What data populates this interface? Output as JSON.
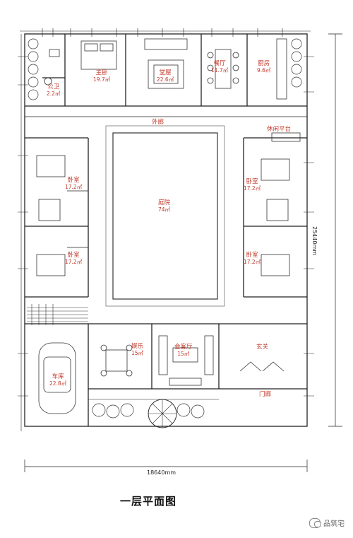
{
  "rooms": {
    "master_bedroom": {
      "name": "主卧",
      "area": "19.7㎡"
    },
    "hall": {
      "name": "堂屋",
      "area": "22.6㎡"
    },
    "dining": {
      "name": "餐厅",
      "area": "11.7㎡"
    },
    "kitchen": {
      "name": "厨房",
      "area": "9.6㎡"
    },
    "bathroom": {
      "name": "公卫",
      "area": "2.2㎡"
    },
    "outer_corridor": {
      "name": "外廊"
    },
    "leisure_platform": {
      "name": "休闲平台"
    },
    "bedroom_left_1": {
      "name": "卧室",
      "area": "17.2㎡"
    },
    "bedroom_left_2": {
      "name": "卧室",
      "area": "17.2㎡"
    },
    "bedroom_right_1": {
      "name": "卧室",
      "area": "17.2㎡"
    },
    "bedroom_right_2": {
      "name": "卧室",
      "area": "17.2㎡"
    },
    "courtyard": {
      "name": "庭院",
      "area": "74㎡"
    },
    "entertainment": {
      "name": "娱乐",
      "area": "15㎡"
    },
    "reception": {
      "name": "会客厅",
      "area": "15㎡"
    },
    "foyer": {
      "name": "玄关"
    },
    "gate_corridor": {
      "name": "门廊"
    },
    "garage": {
      "name": "车库",
      "area": "22.8㎡"
    }
  },
  "dimensions": {
    "width": "18640mm",
    "depth": "25440mm"
  },
  "title": "一层平面图",
  "watermark": "品筑宅"
}
